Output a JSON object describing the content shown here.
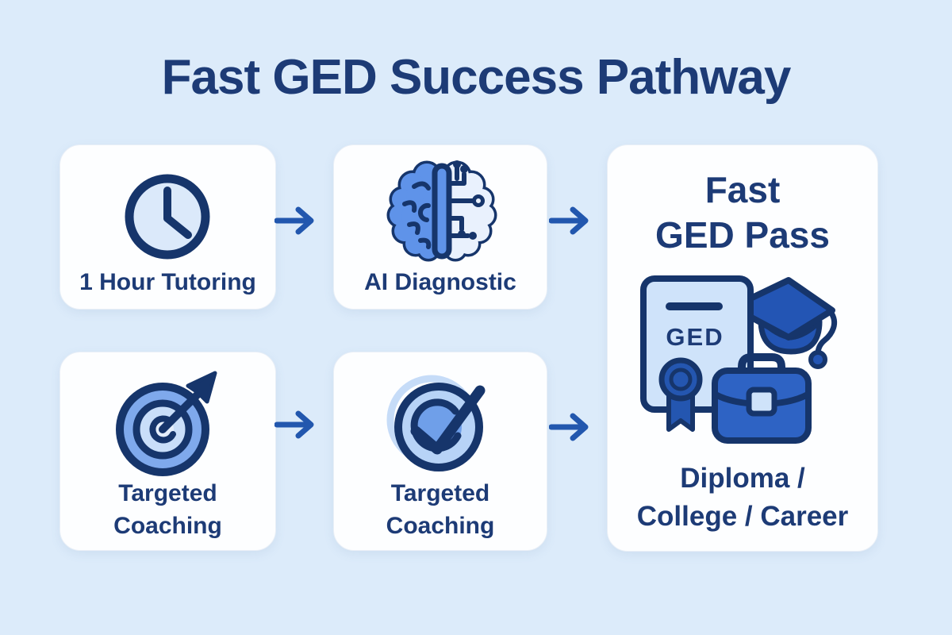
{
  "title": "Fast GED Success Pathway",
  "cards": {
    "tutoring": {
      "label": "1 Hour Tutoring"
    },
    "diagnostic": {
      "label": "AI Diagnostic"
    },
    "coaching_1": {
      "line1": "Targeted",
      "line2": "Coaching"
    },
    "coaching_2": {
      "line1": "Targeted",
      "line2": "Coaching"
    },
    "result": {
      "title_line1": "Fast",
      "title_line2": "GED Pass",
      "badge": "GED",
      "caption_line1": "Diploma /",
      "caption_line2": "College / Career"
    }
  },
  "icons": {
    "tutoring": "clock-icon",
    "diagnostic": "brain-circuit-icon",
    "coaching_1": "target-arrow-icon",
    "coaching_2": "target-check-icon",
    "result": "diploma-cap-briefcase-icon",
    "flow": "right-arrow-icon"
  },
  "colors": {
    "bg": "#dcebfa",
    "card": "#fdfeff",
    "cardBorder": "#e9eff7",
    "navy": "#16356b",
    "text": "#1d3b76",
    "arrow": "#2257ae",
    "clockFace": "#dbe9fa",
    "brainBlue": "#5f93e9",
    "brainRight": "#e9f1fd",
    "targetMid": "#7fa9ec",
    "targetLight": "#c9def9",
    "bullseye": "#e4eefc",
    "checkFill": "#b7d3f7",
    "innerBlue": "#6f9fe9",
    "ringLight": "#c6dcf8",
    "capBlue": "#2355b4",
    "caseBlue": "#2e63c4",
    "rosette": "#2456b0",
    "certFill": "#cfe3fa"
  }
}
